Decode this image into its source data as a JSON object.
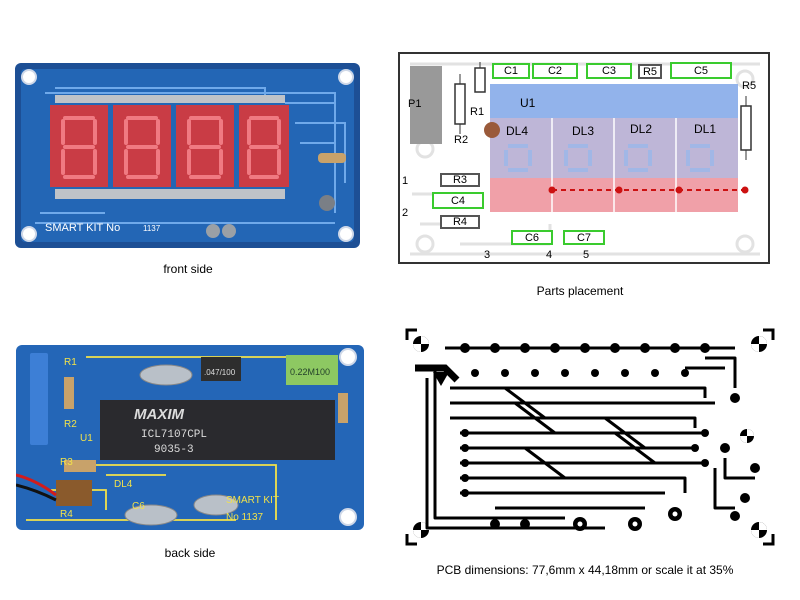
{
  "captions": {
    "front": "front side",
    "parts": "Parts placement",
    "back": "back side",
    "dimensions": "PCB dimensions: 77,6mm x 44,18mm or scale it at 35%"
  },
  "front_board": {
    "silkscreen": "SMART KIT No",
    "kit_number": "1137"
  },
  "back_board": {
    "chip_brand": "MAXIM",
    "chip_part": "ICL7107CPL",
    "chip_date": "9035-3",
    "cap_label_1": ".047/100",
    "cap_label_2": "0.22M100",
    "silk_r1": "R1",
    "silk_r2": "R2",
    "silk_r3": "R3",
    "silk_r4": "R4",
    "silk_u1": "U1",
    "silk_dl4": "DL4",
    "silk_c6": "C6",
    "silk_smart": "SMART KIT",
    "silk_no": "No 1137"
  },
  "parts_placement": {
    "capacitors_top": [
      "C1",
      "C2",
      "C3"
    ],
    "r5_top": "R5",
    "c5": "C5",
    "r5_side": "R5",
    "p1": "P1",
    "r1": "R1",
    "r2": "R2",
    "u1": "U1",
    "displays": [
      "DL4",
      "DL3",
      "DL2",
      "DL1"
    ],
    "r3": "R3",
    "c4": "C4",
    "r4": "R4",
    "c6": "C6",
    "c7": "C7",
    "pins": [
      "1",
      "2",
      "3",
      "4",
      "5"
    ]
  },
  "colors": {
    "board_blue": "#1f5fa8",
    "silk_green": "#3acb2e",
    "display_red": "#d73a3a",
    "ic_blue": "#7fa6e8",
    "display_pink": "#f0a0a8"
  }
}
